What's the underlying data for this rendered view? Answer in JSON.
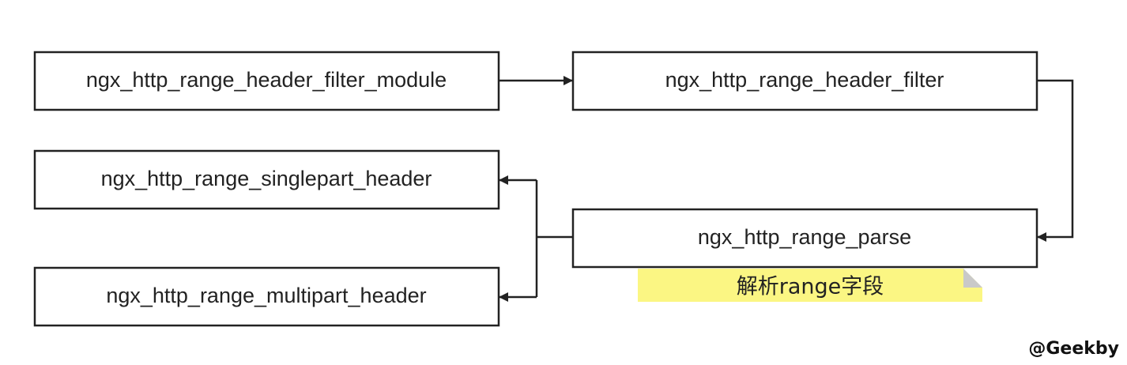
{
  "nodes": {
    "filter_module": {
      "label": "ngx_http_range_header_filter_module"
    },
    "header_filter": {
      "label": "ngx_http_range_header_filter"
    },
    "singlepart_header": {
      "label": "ngx_http_range_singlepart_header"
    },
    "range_parse": {
      "label": "ngx_http_range_parse"
    },
    "multipart_header": {
      "label": "ngx_http_range_multipart_header"
    }
  },
  "note": {
    "text": "解析range字段"
  },
  "watermark": "@Geekby",
  "colors": {
    "note_fill": "#fbf683",
    "stroke": "#222222"
  }
}
